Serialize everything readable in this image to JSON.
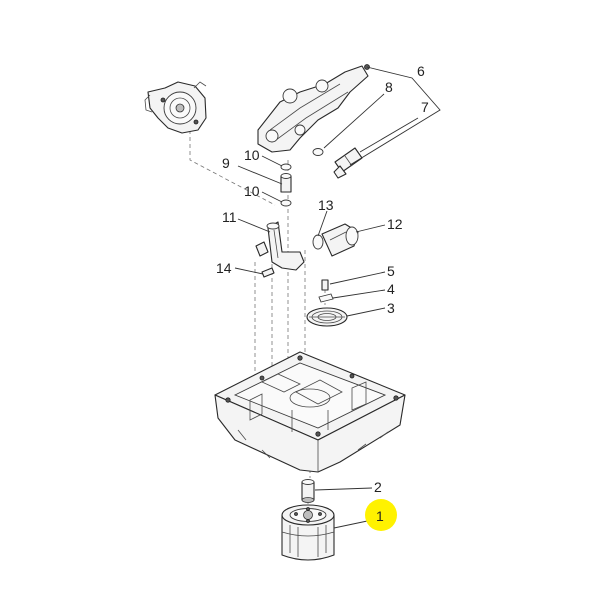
{
  "callouts": [
    {
      "id": "1",
      "text": "1",
      "highlighted": true
    },
    {
      "id": "2",
      "text": "2"
    },
    {
      "id": "3",
      "text": "3"
    },
    {
      "id": "4",
      "text": "4"
    },
    {
      "id": "5",
      "text": "5"
    },
    {
      "id": "6",
      "text": "6"
    },
    {
      "id": "7",
      "text": "7"
    },
    {
      "id": "8",
      "text": "8"
    },
    {
      "id": "9",
      "text": "9"
    },
    {
      "id": "10a",
      "text": "10"
    },
    {
      "id": "10b",
      "text": "10"
    },
    {
      "id": "11",
      "text": "11"
    },
    {
      "id": "12",
      "text": "12"
    },
    {
      "id": "13",
      "text": "13"
    },
    {
      "id": "14",
      "text": "14"
    }
  ],
  "colors": {
    "highlight": "#fff200",
    "line": "#2a2a2a",
    "background": "#ffffff"
  }
}
